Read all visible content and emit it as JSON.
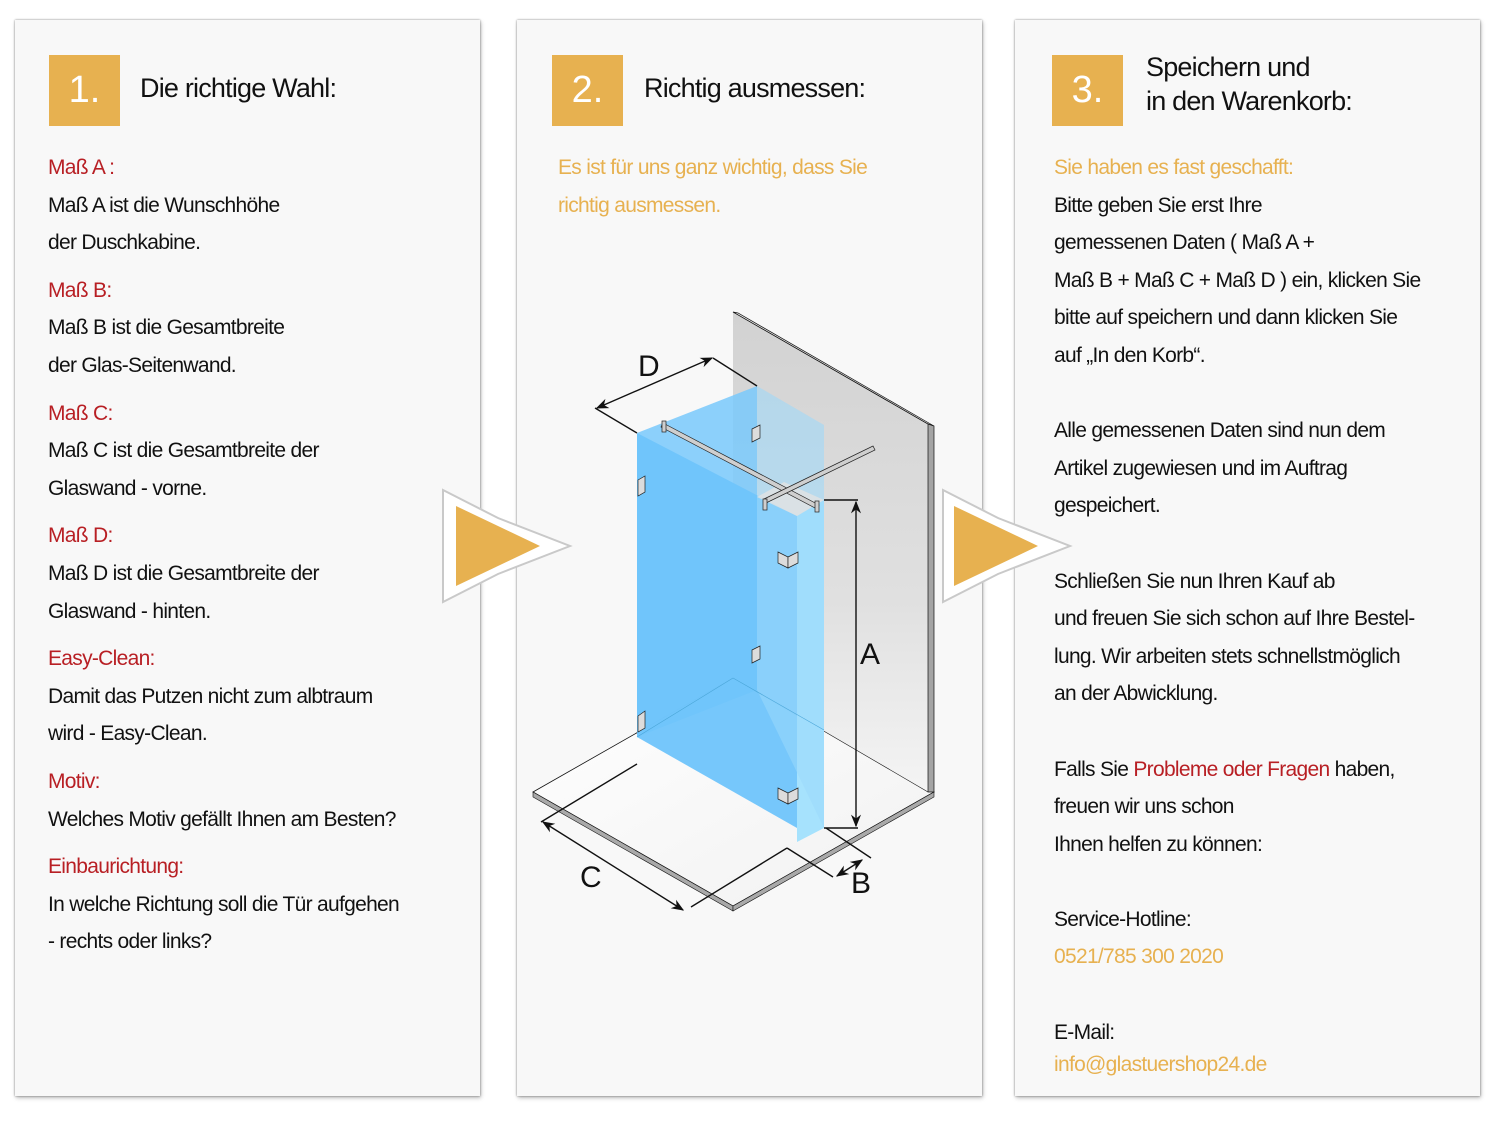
{
  "colors": {
    "accent_gold": "#e7b150",
    "accent_red": "#b81f24",
    "glass_blue": "#6ec6fb",
    "wall_gray": "#d6d6d6",
    "panel_bg": "#f8f8f8"
  },
  "steps": [
    {
      "number": "1.",
      "title": "Die richtige Wahl:",
      "sections": [
        {
          "label": "Maß A :",
          "lines": [
            "Maß A ist die Wunschhöhe",
            "der Duschkabine."
          ]
        },
        {
          "label": "Maß B:",
          "lines": [
            "Maß B ist die Gesamtbreite",
            "der Glas-Seitenwand."
          ]
        },
        {
          "label": "Maß C:",
          "lines": [
            "Maß C ist die Gesamtbreite der",
            "Glaswand - vorne."
          ]
        },
        {
          "label": "Maß D:",
          "lines": [
            "Maß D ist die Gesamtbreite der",
            "Glaswand - hinten."
          ]
        },
        {
          "label": "Easy-Clean:",
          "lines": [
            "Damit das Putzen nicht zum albtraum",
            "wird - Easy-Clean."
          ]
        },
        {
          "label": "Motiv:",
          "lines": [
            "Welches Motiv gefällt Ihnen am Besten?"
          ]
        },
        {
          "label": "Einbaurichtung:",
          "lines": [
            "In welche Richtung soll die Tür aufgehen",
            "- rechts oder links?"
          ]
        }
      ]
    },
    {
      "number": "2.",
      "title": "Richtig ausmessen:",
      "intro_lines": [
        "Es ist für uns ganz wichtig, dass Sie",
        "richtig ausmessen."
      ],
      "diagram": {
        "type": "isometric shower enclosure measurement diagram",
        "dimension_labels": {
          "A": "A",
          "B": "B",
          "C": "C",
          "D": "D"
        },
        "hinge_icon": "glass-clamp-icon",
        "stabilizer_icon": "stabilizer-bar-icon"
      }
    },
    {
      "number": "3.",
      "title_lines": [
        "Speichern und",
        "in den Warenkorb:"
      ],
      "intro": "Sie haben es fast geschafft:",
      "para1": [
        "Bitte  geben Sie erst Ihre",
        "gemessenen Daten ( Maß A +",
        "Maß B + Maß C + Maß D ) ein, klicken Sie",
        "bitte auf speichern und dann klicken Sie",
        "auf „In den Korb“."
      ],
      "para2": [
        "Alle gemessenen Daten sind nun dem",
        "Artikel zugewiesen und im Auftrag",
        "gespeichert."
      ],
      "para3": [
        "Schließen Sie nun Ihren Kauf ab",
        "und freuen Sie sich schon auf Ihre Bestel-",
        "lung. Wir arbeiten stets schnellstmöglich",
        "an der Abwicklung."
      ],
      "help_prefix": "Falls Sie ",
      "help_highlight": "Probleme oder Fragen",
      "help_suffix": " haben,",
      "help_lines": [
        "freuen wir uns schon",
        "Ihnen helfen zu können:"
      ],
      "hotline_label": "Service-Hotline:",
      "hotline_number": "0521/785 300 2020",
      "email_label": "E-Mail:",
      "email": "info@glastuershop24.de"
    }
  ],
  "arrows": [
    "step-arrow-right-icon",
    "step-arrow-right-icon"
  ]
}
